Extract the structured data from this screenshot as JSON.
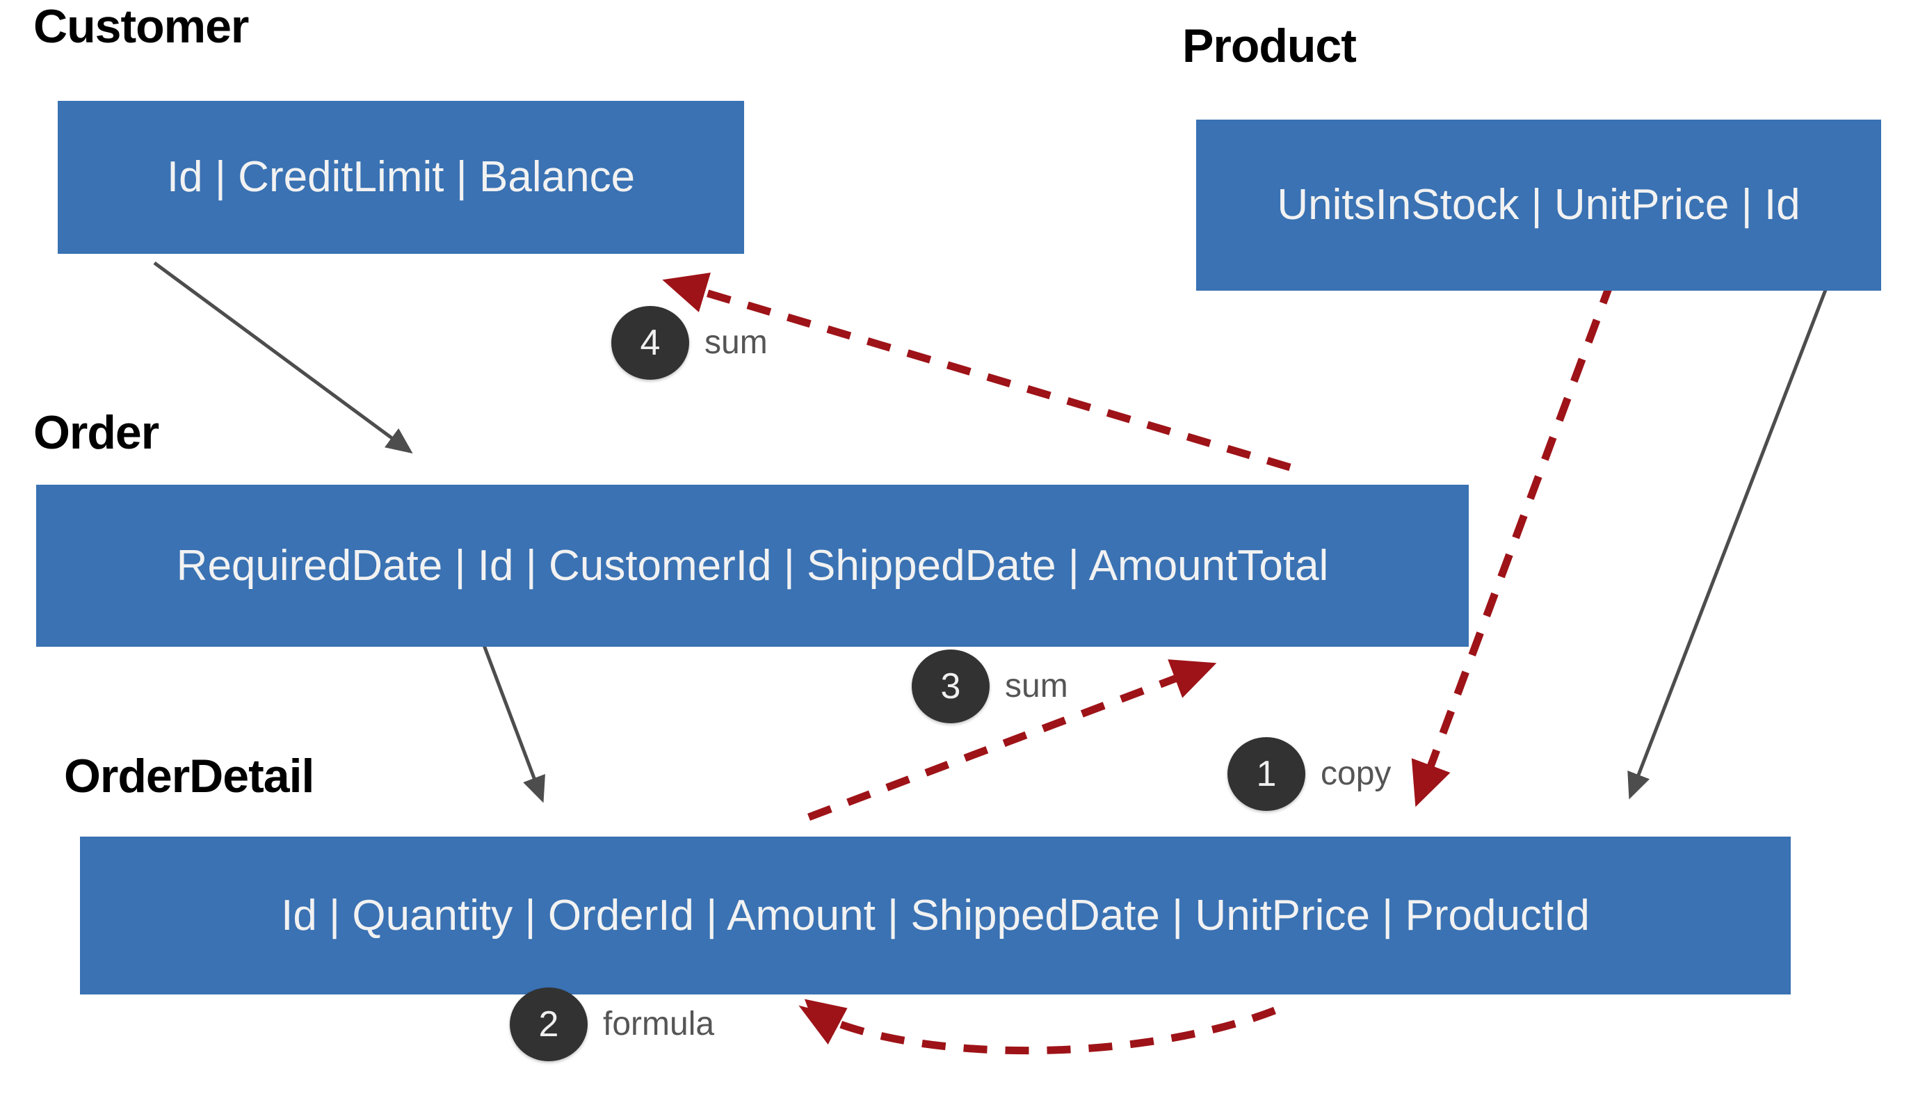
{
  "diagram": {
    "title": "Entity relationship and derivation diagram",
    "background_color": "#FFFFFF",
    "entity_box_color": "#3A72B3",
    "entity_text_color": "#F2F2F2",
    "entity_title_color": "#000000",
    "relationship_arrow_color": "#4D4D4D",
    "derivation_arrow_color": "#9E1318",
    "badge_circle_color": "#323232",
    "badge_number_color": "#F0F0F0",
    "badge_label_color": "#555555"
  },
  "entities": [
    {
      "id": "customer",
      "title": "Customer",
      "fields_text": "Id | CreditLimit | Balance",
      "fields": [
        "Id",
        "CreditLimit",
        "Balance"
      ]
    },
    {
      "id": "product",
      "title": "Product",
      "fields_text": "UnitsInStock | UnitPrice | Id",
      "fields": [
        "UnitsInStock",
        "UnitPrice",
        "Id"
      ]
    },
    {
      "id": "order",
      "title": "Order",
      "fields_text": "RequiredDate | Id | CustomerId | ShippedDate | AmountTotal",
      "fields": [
        "RequiredDate",
        "Id",
        "CustomerId",
        "ShippedDate",
        "AmountTotal"
      ]
    },
    {
      "id": "orderdetail",
      "title": "OrderDetail",
      "fields_text": "Id | Quantity | OrderId | Amount | ShippedDate | UnitPrice | ProductId",
      "fields": [
        "Id",
        "Quantity",
        "OrderId",
        "Amount",
        "ShippedDate",
        "UnitPrice",
        "ProductId"
      ]
    }
  ],
  "badges": [
    {
      "number": "1",
      "label": "copy",
      "from": "product",
      "to": "orderdetail"
    },
    {
      "number": "2",
      "label": "formula",
      "from": "orderdetail",
      "to": "orderdetail"
    },
    {
      "number": "3",
      "label": "sum",
      "from": "orderdetail",
      "to": "order"
    },
    {
      "number": "4",
      "label": "sum",
      "from": "order",
      "to": "customer"
    }
  ],
  "relationship_arrows": [
    {
      "from": "customer",
      "to": "order"
    },
    {
      "from": "order",
      "to": "orderdetail"
    },
    {
      "from": "product",
      "to": "orderdetail"
    }
  ]
}
